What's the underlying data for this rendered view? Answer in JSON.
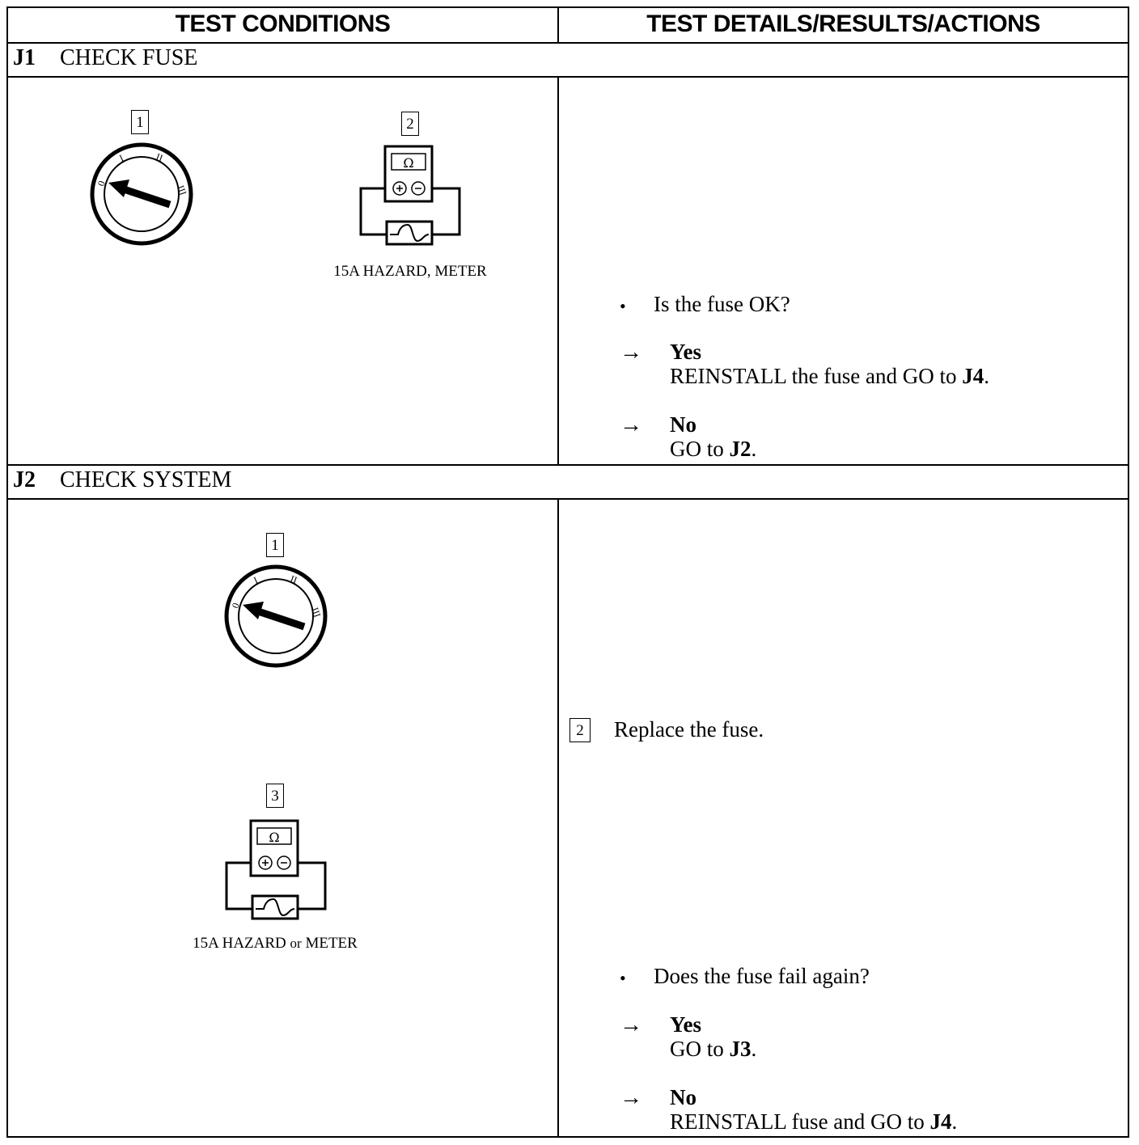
{
  "table": {
    "headers": {
      "conditions": "TEST CONDITIONS",
      "details": "TEST DETAILS/RESULTS/ACTIONS"
    }
  },
  "steps": [
    {
      "id": "J1",
      "title": "CHECK FUSE",
      "figures": [
        {
          "number": "1",
          "icon": "ignition-switch-off-icon",
          "switch_labels": [
            "0",
            "I",
            "II",
            "III"
          ]
        },
        {
          "number": "2",
          "icon": "ohmmeter-fuse-icon",
          "meter_symbol": "Ω",
          "caption": "15A HAZARD, METER"
        }
      ],
      "question": "Is the fuse OK?",
      "yes_label": "Yes",
      "yes_action_pre": "REINSTALL the fuse and GO to ",
      "yes_action_ref": "J4",
      "yes_action_post": ".",
      "no_label": "No",
      "no_action_pre": "GO to ",
      "no_action_ref": "J2",
      "no_action_post": "."
    },
    {
      "id": "J2",
      "title": "CHECK SYSTEM",
      "figures": [
        {
          "number": "1",
          "icon": "ignition-switch-off-icon",
          "switch_labels": [
            "0",
            "I",
            "II",
            "III"
          ]
        },
        {
          "number": "3",
          "icon": "ohmmeter-fuse-icon",
          "meter_symbol": "Ω",
          "caption_pre": "15A HAZARD ",
          "caption_or": "or",
          "caption_post": " METER"
        }
      ],
      "instruction_number": "2",
      "instruction": "Replace the fuse.",
      "question": "Does the fuse fail again?",
      "yes_label": "Yes",
      "yes_action_pre": "GO to ",
      "yes_action_ref": "J3",
      "yes_action_post": ".",
      "no_label": "No",
      "no_action_pre": "REINSTALL fuse and GO to ",
      "no_action_ref": "J4",
      "no_action_post": "."
    }
  ],
  "symbols": {
    "bullet": "•",
    "arrow": "→"
  }
}
